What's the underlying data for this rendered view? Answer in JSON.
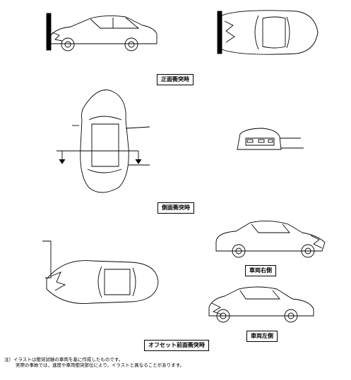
{
  "labels": {
    "frontal": "正面衝突時",
    "side": "側面衝突時",
    "offset": "オフセット前面衝突時",
    "right_side": "車両右側",
    "left_side": "車両左側"
  },
  "note": {
    "line1": "注）イラストは衝突試験の車両を基に作成したものです。",
    "line2": "実際の事故では，速度や車両衝突部位により，イラストと異なることがあります。"
  }
}
